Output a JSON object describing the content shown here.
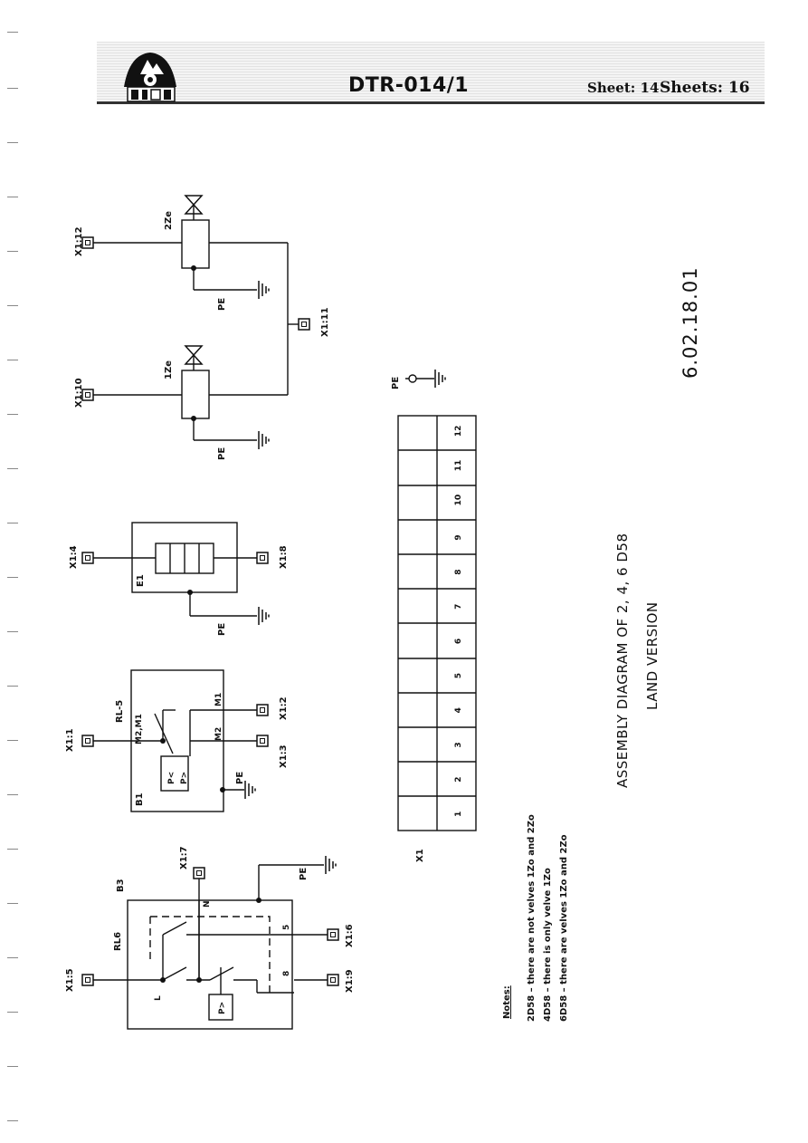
{
  "header": {
    "doc_code": "DTR-014/1",
    "sheet": "Sheet: 14",
    "sheets": "Sheets: 16"
  },
  "title": {
    "main": "ASSEMBLY DIAGRAM OF 2, 4, 6 D58",
    "sub": "LAND VERSION",
    "code": "6.02.18.01"
  },
  "terminal_strip": {
    "label": "X1",
    "numbers": [
      "1",
      "2",
      "3",
      "4",
      "5",
      "6",
      "7",
      "8",
      "9",
      "10",
      "11",
      "12"
    ]
  },
  "components": {
    "b3": {
      "name": "B3",
      "relay": "RL6",
      "in": "X1:5",
      "out_top": "X1:7",
      "out_5": "X1:6",
      "out_8": "X1:9",
      "pin_l": "L",
      "pin_n": "N",
      "pin_5": "5",
      "pin_8": "8",
      "sensor": "P>",
      "pe": "PE"
    },
    "b1": {
      "name": "B1",
      "relay": "RL-5",
      "in": "X1:1",
      "out_m1": "X1:2",
      "out_m2": "X1:3",
      "pin_in": "M2,M1",
      "pin_m1": "M1",
      "pin_m2": "M2",
      "sensor_a": "P<",
      "sensor_b": "P>",
      "pe": "PE"
    },
    "e1": {
      "name": "E1",
      "in": "X1:4",
      "out": "X1:8",
      "pe": "PE"
    },
    "v1": {
      "name": "1Ze",
      "in": "X1:10",
      "pe": "PE"
    },
    "v2": {
      "name": "2Ze",
      "in": "X1:12",
      "pe": "PE"
    },
    "common": "X1:11",
    "strip_pe": "PE"
  },
  "notes": {
    "heading": "Notes:",
    "lines": [
      "2D58 – there are not velves 1Zo and 2Zo",
      "4D58 – there is only velve 1Zo",
      "6D58 – there are velves 1Zo and 2Zo"
    ]
  }
}
